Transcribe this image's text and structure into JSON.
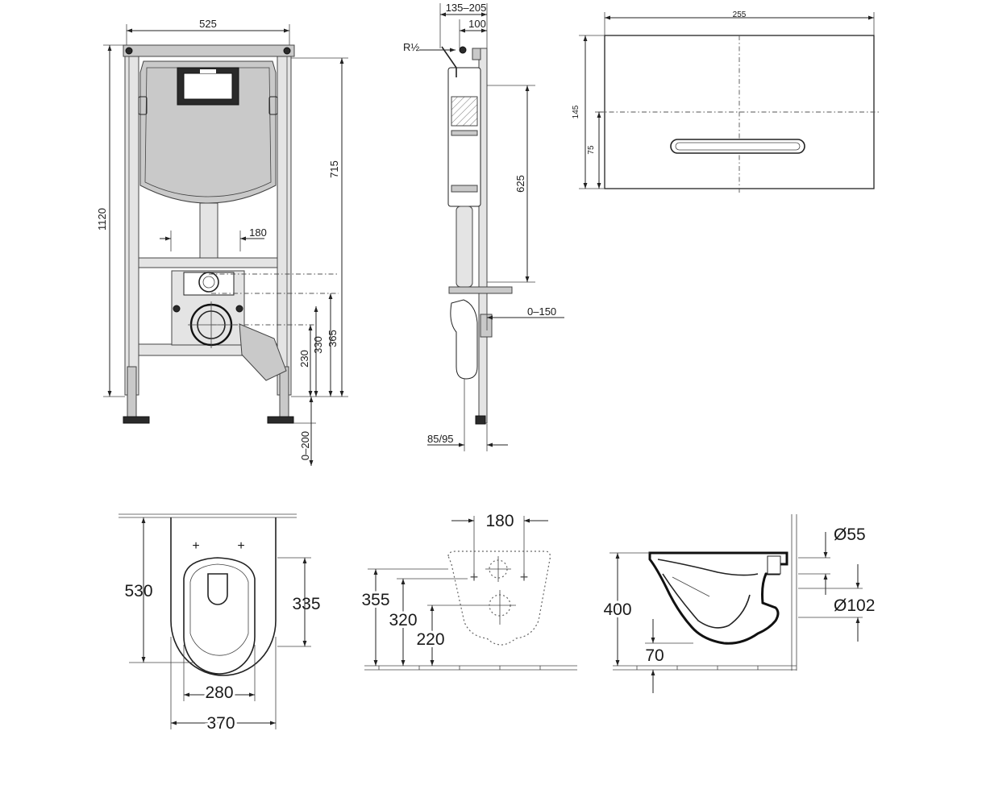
{
  "frame_front": {
    "width": "525",
    "height_total": "1120",
    "height_outlet": "715",
    "flush_spacing": "180",
    "h_330": "330",
    "h_365": "365",
    "h_230": "230",
    "foot_adjust": "0–200"
  },
  "frame_side": {
    "depth_range": "135–205",
    "depth_100": "100",
    "water_inlet": "R½",
    "height_625": "625",
    "offset_range": "0–150",
    "foot_depth": "85/95"
  },
  "flush_plate": {
    "width": "255",
    "height": "145",
    "button_height": "75"
  },
  "bowl_top": {
    "length": "530",
    "opening_length": "335",
    "opening_width": "280",
    "width": "370"
  },
  "mounting": {
    "bolt_spacing": "180",
    "h_355": "355",
    "h_320": "320",
    "h_220": "220"
  },
  "bowl_side": {
    "height": "400",
    "diam_55": "Ø55",
    "diam_102": "Ø102",
    "h_70": "70"
  }
}
